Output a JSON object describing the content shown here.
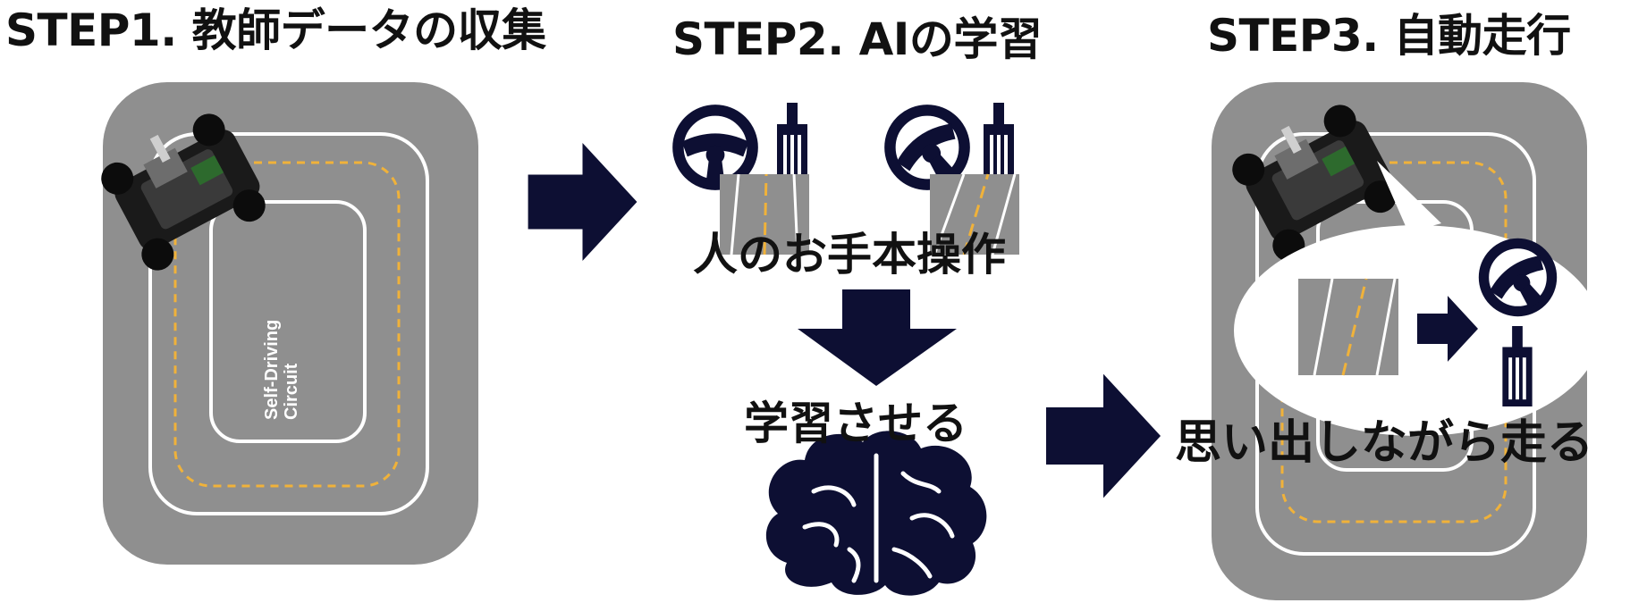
{
  "steps": {
    "step1_title": "STEP1. 教師データの収集",
    "step2_title": "STEP2. AIの学習",
    "step3_title": "STEP3. 自動走行"
  },
  "circuit": {
    "label_line1": "Self-Driving",
    "label_line2": "Circuit"
  },
  "labels": {
    "human_demo": "人のお手本操作",
    "train": "学習させる",
    "drive_recall": "思い出しながら走る"
  },
  "colors": {
    "navy": "#0d0f33",
    "track_gray": "#8f8f8f",
    "lane_yellow": "#f0b23a",
    "line_white": "#ffffff"
  },
  "icons": [
    "steering-wheel-icon",
    "throttle-lever-icon",
    "brain-icon",
    "arrow-right-icon",
    "arrow-down-icon",
    "car-icon"
  ]
}
